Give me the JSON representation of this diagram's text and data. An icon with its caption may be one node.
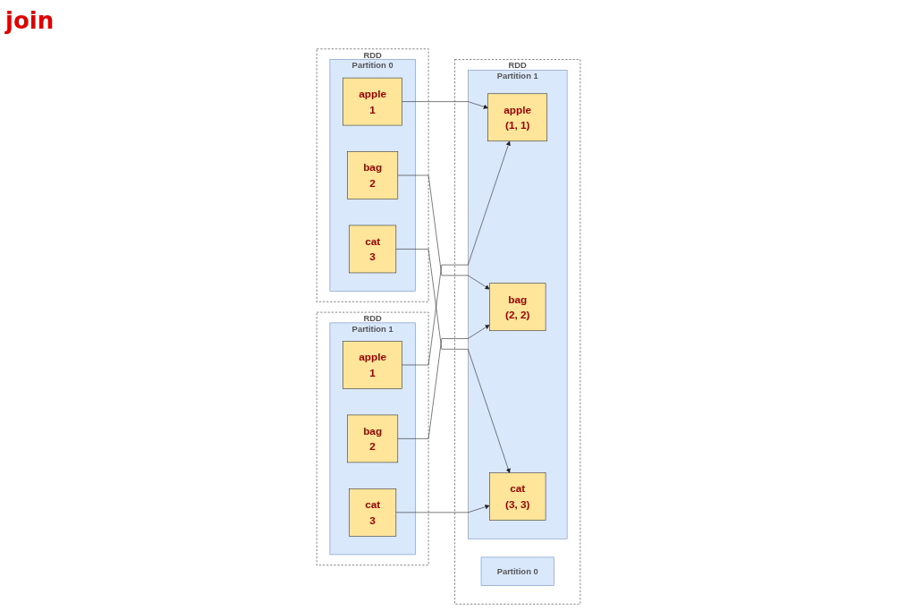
{
  "diagram": {
    "title": "join",
    "nodes": [
      {
        "text": [
          "RDD"
        ]
      },
      {
        "text": [
          "Partition 0"
        ],
        "in": 0
      },
      {
        "text": [
          "apple",
          "1"
        ],
        "in": 1
      },
      {
        "text": [
          "bag",
          "2"
        ],
        "in": 1
      },
      {
        "text": [
          "cat",
          "3"
        ],
        "in": 1
      },
      {
        "text": [
          "RDD"
        ]
      },
      {
        "text": [
          "Partition 1"
        ],
        "in": 5
      },
      {
        "text": [
          "apple",
          "1"
        ],
        "in": 6
      },
      {
        "text": [
          "bag",
          "2"
        ],
        "in": 6
      },
      {
        "text": [
          "cat",
          "3"
        ],
        "in": 6
      },
      {
        "text": [
          "RDD"
        ]
      },
      {
        "text": [
          "Partition 0"
        ],
        "in": 10
      },
      {
        "text": [
          "Partition 1"
        ],
        "in": 10
      },
      {
        "text": [
          "apple",
          "(1, 1)"
        ],
        "in": 12
      },
      {
        "text": [
          "bag",
          "(2, 2)"
        ],
        "in": 12
      },
      {
        "text": [
          "cat",
          "(3, 3)"
        ],
        "in": 12
      }
    ],
    "edges": [
      {
        "from": 2,
        "to": 13,
        "arrow": "to"
      },
      {
        "from": 3,
        "to": 14,
        "arrow": "to"
      },
      {
        "from": 4,
        "to": 15,
        "arrow": "to"
      },
      {
        "from": 7,
        "to": 13,
        "arrow": "to"
      },
      {
        "from": 8,
        "to": 14,
        "arrow": "to"
      },
      {
        "from": 9,
        "to": 15,
        "arrow": "to"
      }
    ]
  }
}
